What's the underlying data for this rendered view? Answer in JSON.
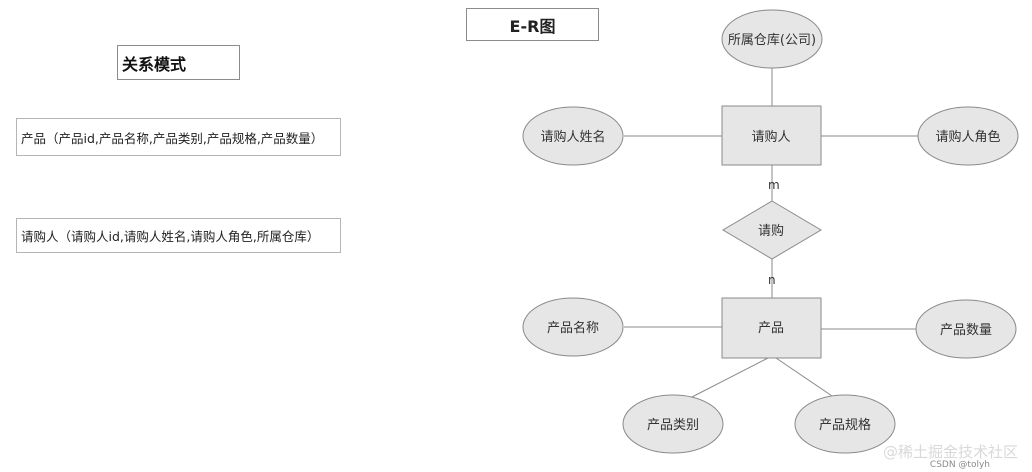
{
  "diagram": {
    "title": "E-R图",
    "heading": "关系模式",
    "relations": [
      "产品（产品id,产品名称,产品类别,产品规格,产品数量）",
      "请购人（请购人id,请购人姓名,请购人角色,所属仓库）"
    ],
    "entities": {
      "purchaser": "请购人",
      "product": "产品"
    },
    "relationship": "请购",
    "attributes": {
      "warehouse": "所属仓库(公司)",
      "purchaser_name": "请购人姓名",
      "purchaser_role": "请购人角色",
      "product_name": "产品名称",
      "product_quantity": "产品数量",
      "product_category": "产品类别",
      "product_spec": "产品规格"
    },
    "cardinality": {
      "top": "m",
      "bottom": "n"
    },
    "colors": {
      "fill": "#e6e6e6",
      "stroke": "#8a8a8a",
      "line": "#8a8a8a"
    }
  },
  "watermark": {
    "main": "@稀土掘金技术社区",
    "sub": "CSDN @tolyh"
  }
}
